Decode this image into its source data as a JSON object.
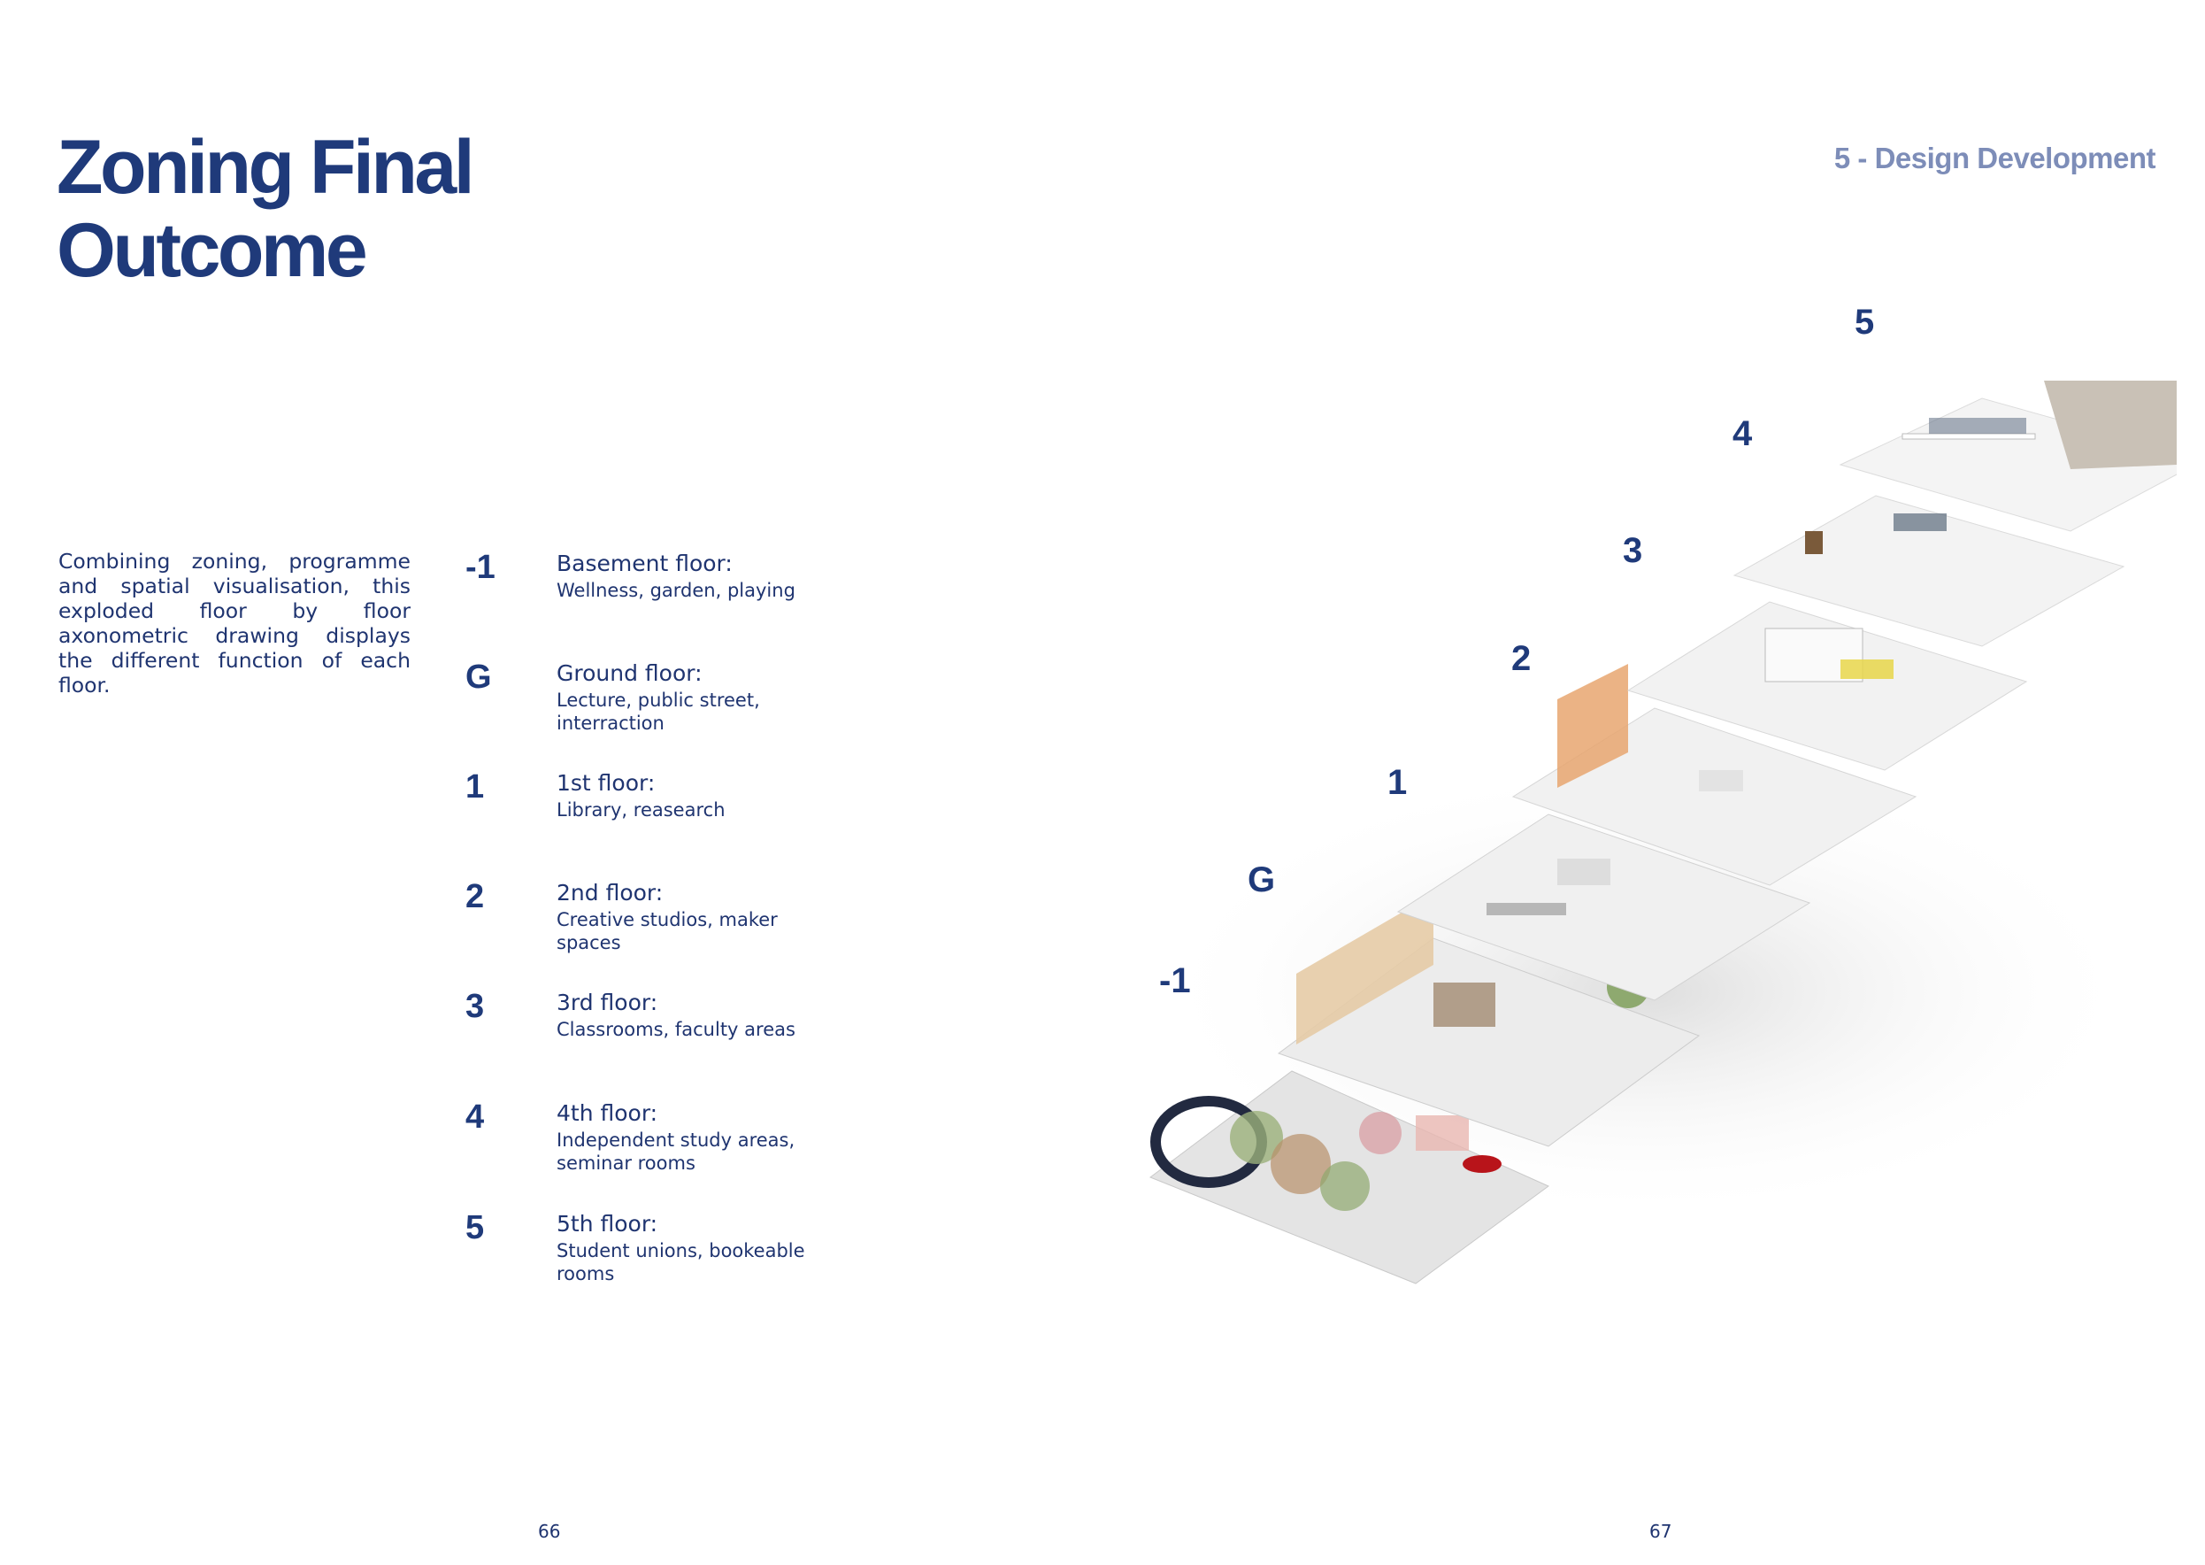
{
  "title": {
    "line1": "Zoning Final",
    "line2": "Outcome"
  },
  "section_label": "5 - Design Development",
  "intro": "Combining zoning, programme and spatial visualisation, this exploded floor by floor axonometric drawing displays the different function of each floor.",
  "legend": [
    {
      "num": "-1",
      "heading": "Basement floor:",
      "desc": "Wellness, garden, playing"
    },
    {
      "num": "G",
      "heading": "Ground floor:",
      "desc": "Lecture, public street, interraction"
    },
    {
      "num": "1",
      "heading": "1st floor:",
      "desc": "Library, reasearch"
    },
    {
      "num": "2",
      "heading": "2nd floor:",
      "desc": "Creative studios, maker spaces"
    },
    {
      "num": "3",
      "heading": "3rd floor:",
      "desc": "Classrooms, faculty areas"
    },
    {
      "num": "4",
      "heading": "4th floor:",
      "desc": "Independent study areas, seminar rooms"
    },
    {
      "num": "5",
      "heading": "5th floor:",
      "desc": "Student unions, bookeable rooms"
    }
  ],
  "drawing_labels": {
    "basement": "-1",
    "ground": "G",
    "first": "1",
    "second": "2",
    "third": "3",
    "fourth": "4",
    "fifth": "5"
  },
  "page_numbers": {
    "left": "66",
    "right": "67"
  },
  "colors": {
    "title": "#1f3a7a",
    "section_label": "#7d8db8",
    "body_text": "#1f3470"
  }
}
